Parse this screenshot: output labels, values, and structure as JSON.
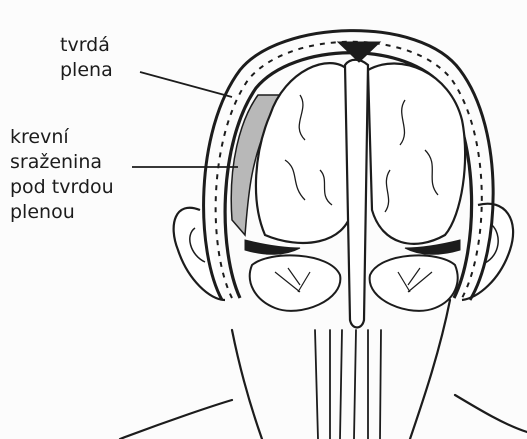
{
  "labels": {
    "dura": {
      "lines": [
        "tvrdá",
        "plena"
      ]
    },
    "clot": {
      "lines": [
        "krevní",
        "sraženina",
        "pod tvrdou",
        "plenou"
      ]
    }
  },
  "colors": {
    "ink": "#1c1c1c",
    "clot_fill": "#b8b8b8",
    "paper": "#fcfcfc"
  }
}
